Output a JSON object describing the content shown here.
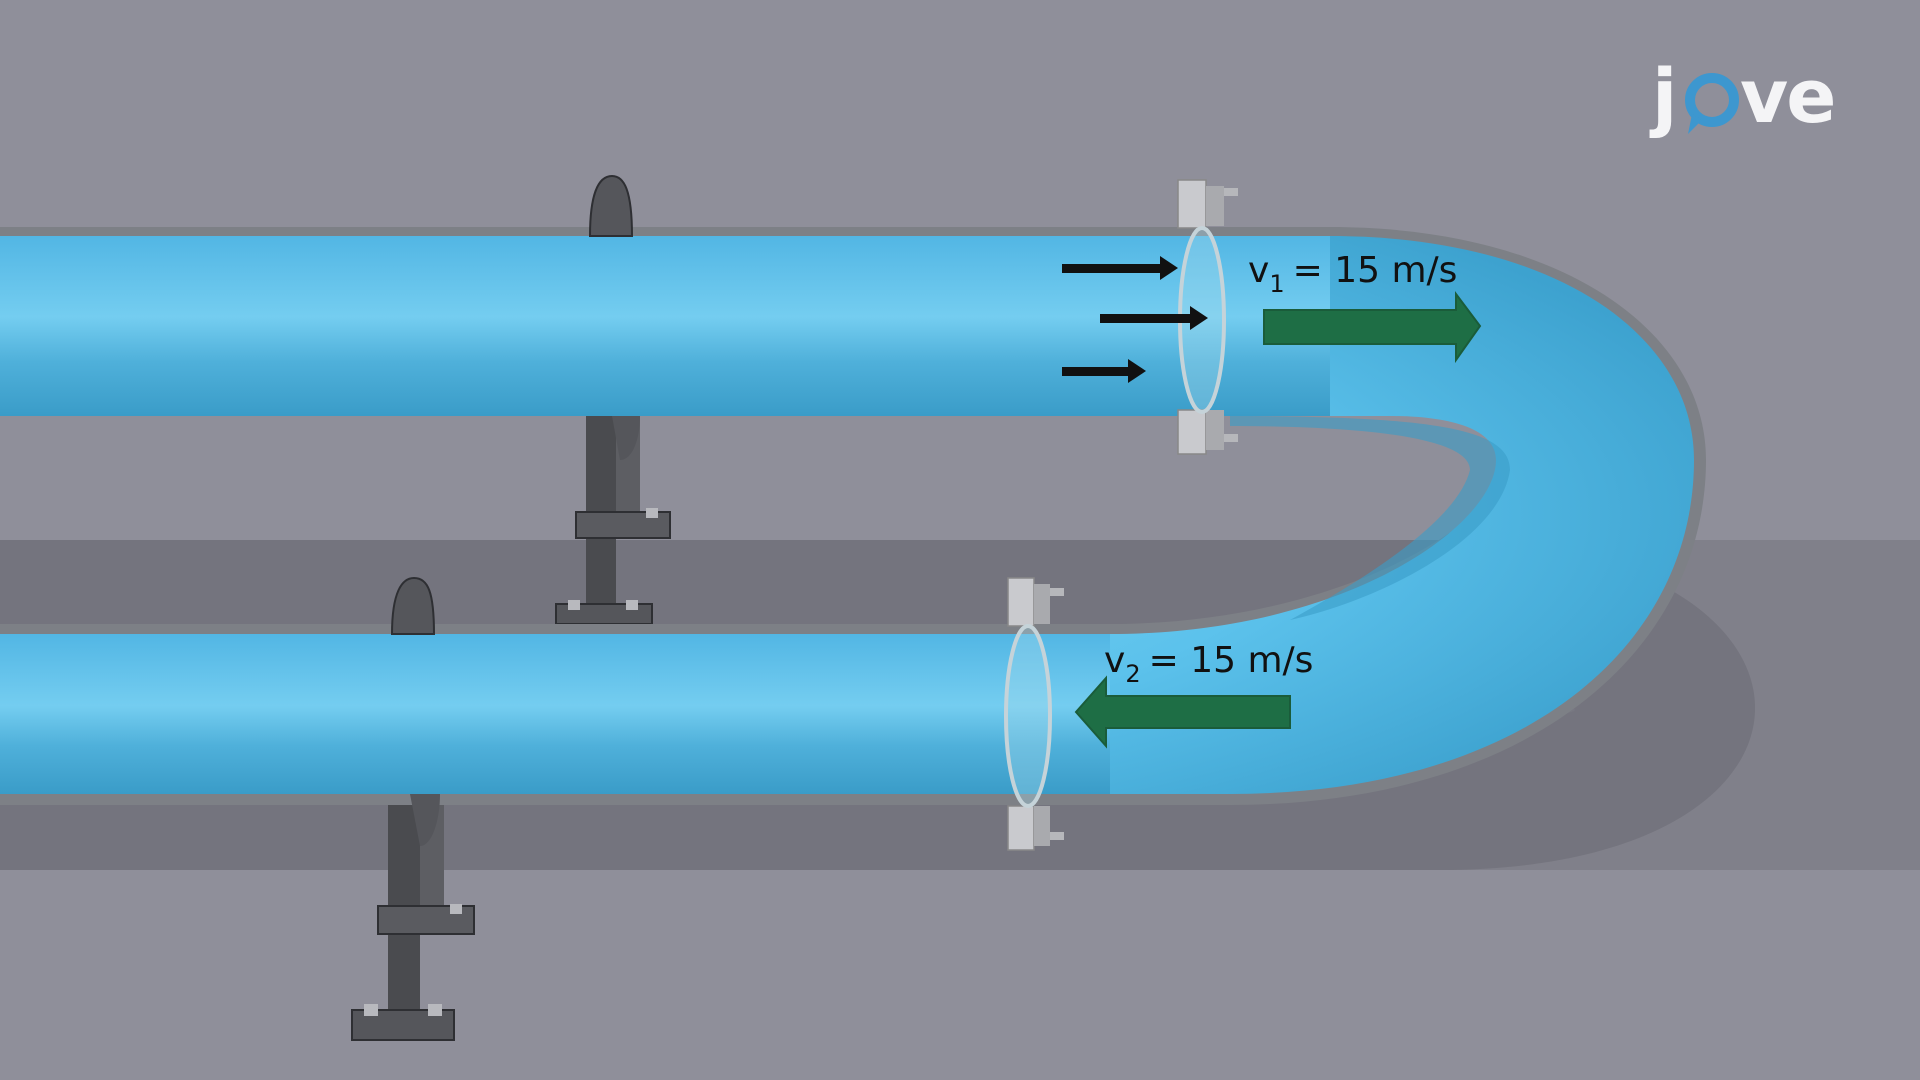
{
  "logo": {
    "text_j": "j",
    "text_ve": "ve",
    "brand": "jove"
  },
  "inlet": {
    "symbol": "v",
    "subscript": "1",
    "value_text": "= 15 m/s"
  },
  "outlet": {
    "symbol": "v",
    "subscript": "2",
    "value_text": "= 15 m/s"
  },
  "colors": {
    "background": "#8e8e98",
    "water": "#5cc2ec",
    "pipe_wall": "#7d8086",
    "flow_arrow": "#1e6e45",
    "profile_arrow": "#111111",
    "support": "#4a4b4f"
  }
}
